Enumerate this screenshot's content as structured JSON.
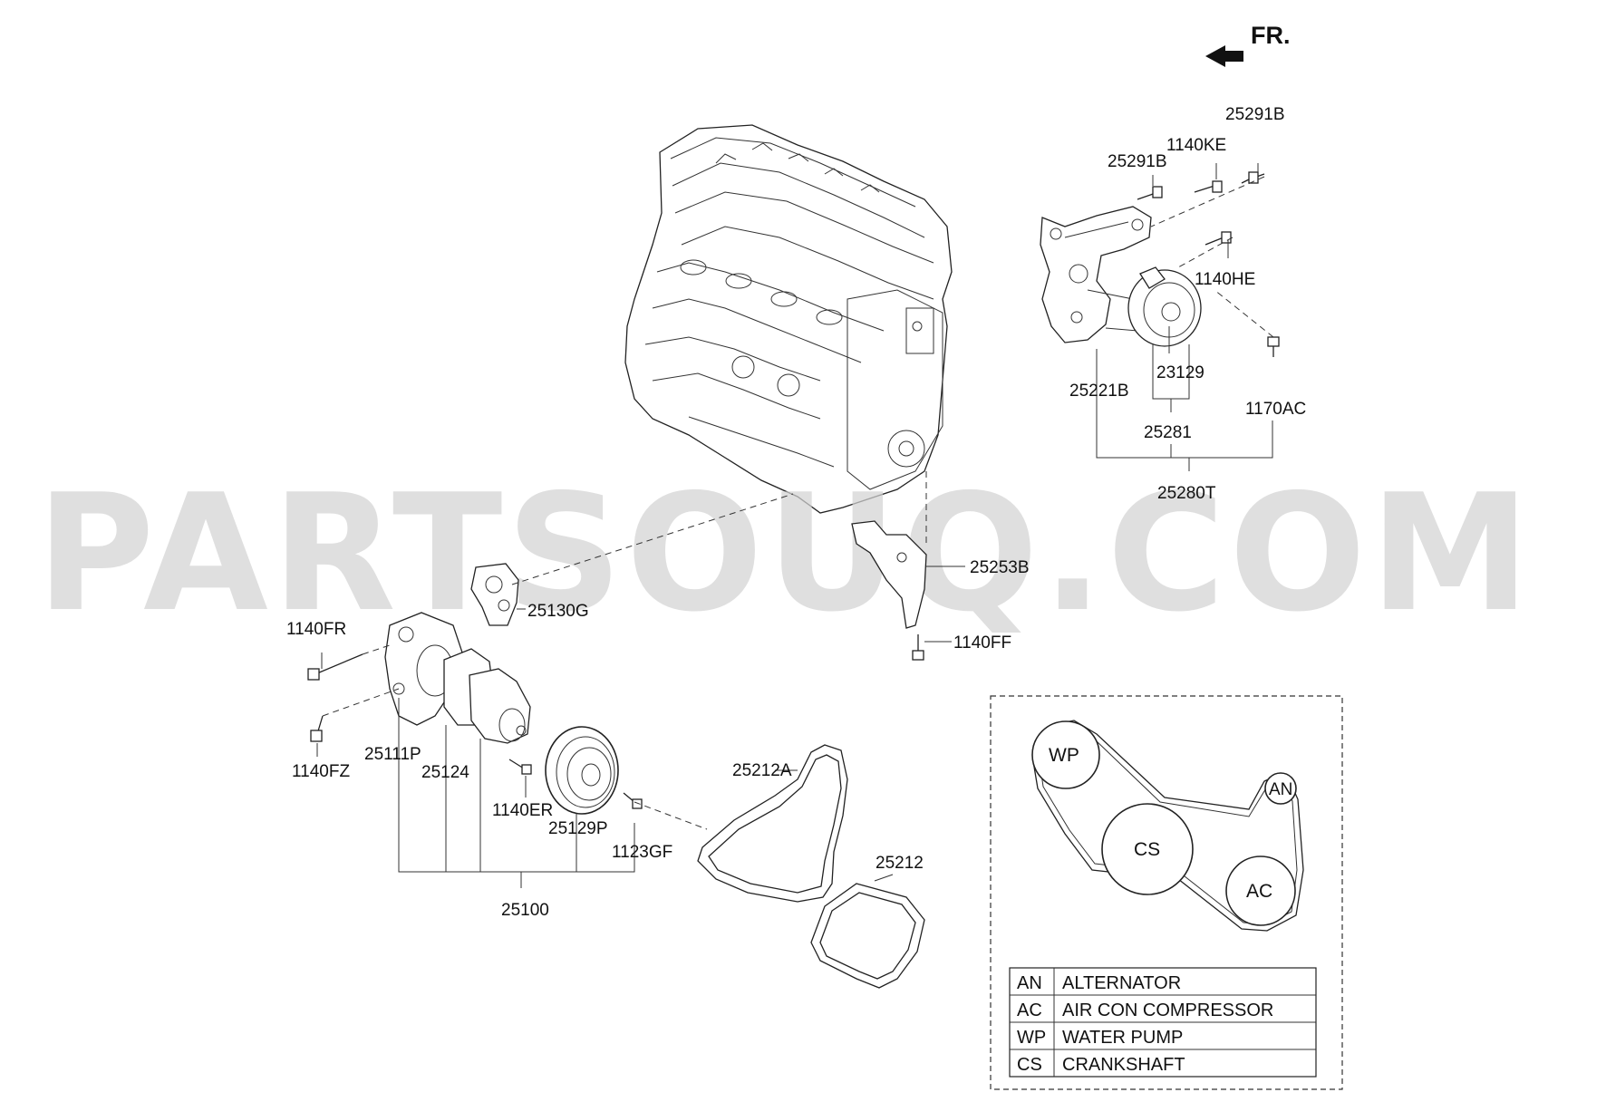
{
  "header": {
    "direction_label": "FR."
  },
  "watermark": {
    "text": "PARTSOUQ.COM"
  },
  "parts": {
    "p25291B_top": "25291B",
    "p1140KE": "1140KE",
    "p25291B": "25291B",
    "p1140HE": "1140HE",
    "p23129": "23129",
    "p25221B": "25221B",
    "p1170AC": "1170AC",
    "p25281": "25281",
    "p25280T": "25280T",
    "p25253B": "25253B",
    "p1140FF": "1140FF",
    "p25130G": "25130G",
    "p1140FR": "1140FR",
    "p1140FZ": "1140FZ",
    "p25111P": "25111P",
    "p25124": "25124",
    "p1140ER": "1140ER",
    "p25129P": "25129P",
    "p1123GF": "1123GF",
    "p25100": "25100",
    "p25212A": "25212A",
    "p25212": "25212"
  },
  "belt_diagram": {
    "pulleys": {
      "wp": "WP",
      "an": "AN",
      "cs": "CS",
      "ac": "AC"
    },
    "legend": [
      {
        "code": "AN",
        "name": "ALTERNATOR"
      },
      {
        "code": "AC",
        "name": "AIR CON COMPRESSOR"
      },
      {
        "code": "WP",
        "name": "WATER PUMP"
      },
      {
        "code": "CS",
        "name": "CRANKSHAFT"
      }
    ]
  }
}
